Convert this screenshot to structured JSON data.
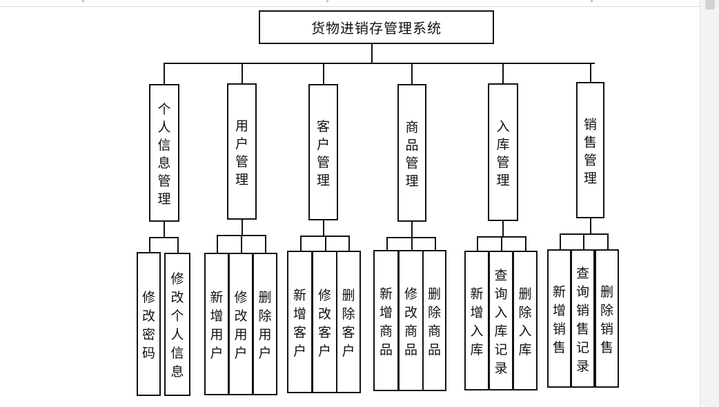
{
  "title": "货物进销存管理系统",
  "modules": [
    {
      "name": "个人信息管理",
      "actions": [
        "修改密码",
        "修改个人信息"
      ]
    },
    {
      "name": "用户管理",
      "actions": [
        "新增用户",
        "修改用户",
        "删除用户"
      ]
    },
    {
      "name": "客户管理",
      "actions": [
        "新增客户",
        "修改客户",
        "删除客户"
      ]
    },
    {
      "name": "商品管理",
      "actions": [
        "新增商品",
        "修改商品",
        "删除商品"
      ]
    },
    {
      "name": "入库管理",
      "actions": [
        "新增入库",
        "查询入库记录",
        "删除入库"
      ]
    },
    {
      "name": "销售管理",
      "actions": [
        "新增销售",
        "查询销售记录",
        "删除销售"
      ]
    }
  ],
  "icons": {
    "ruler_marker": "ruler-tab-stop-icon"
  }
}
